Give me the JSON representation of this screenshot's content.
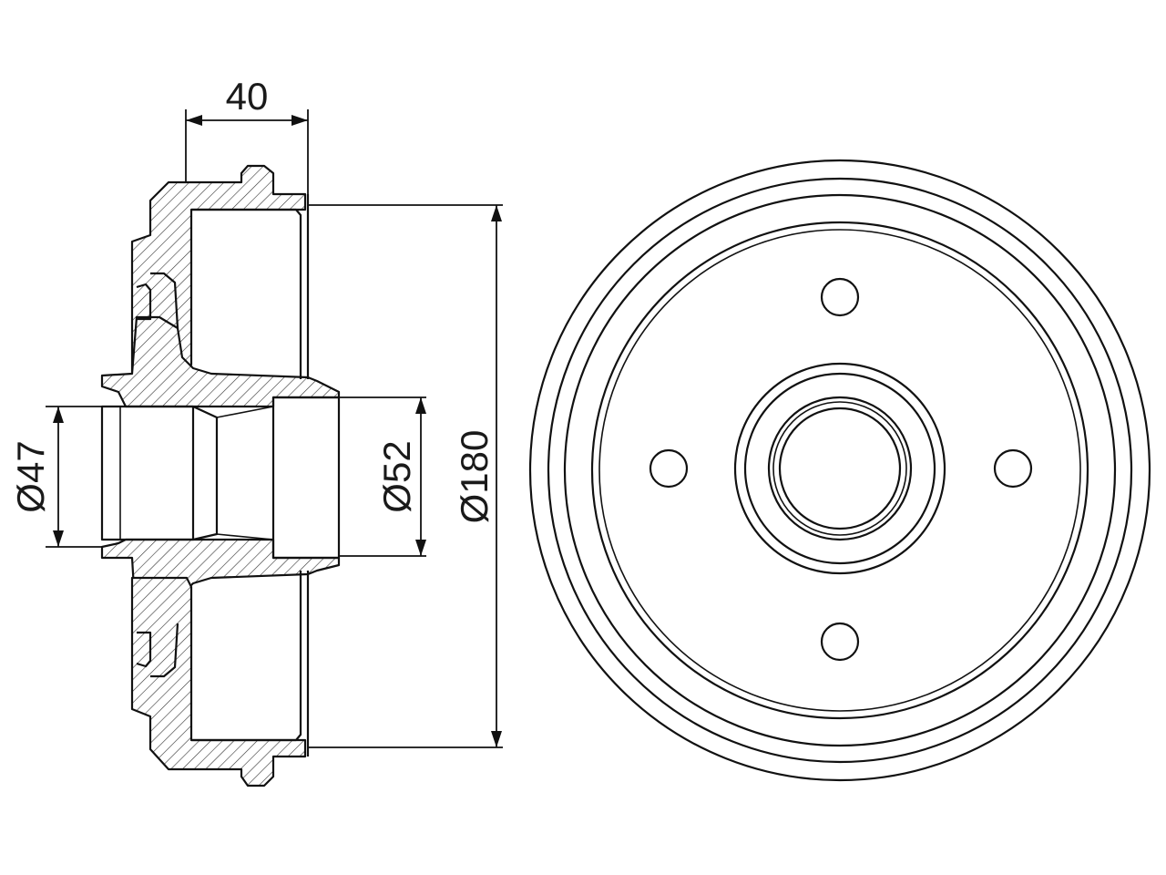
{
  "dimensions": {
    "width": "40",
    "inner_diameter_left": "Ø47",
    "inner_diameter_right": "Ø52",
    "drum_diameter": "Ø180"
  },
  "colors": {
    "line": "#111111",
    "background": "#ffffff"
  }
}
